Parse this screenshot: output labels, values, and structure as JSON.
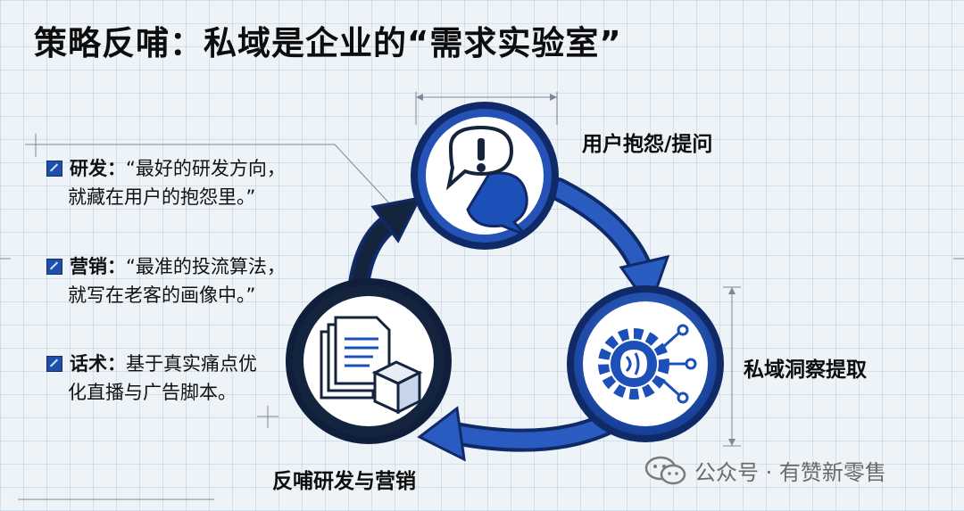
{
  "title": "策略反哺：私域是企业的“需求实验室”",
  "bullets": [
    {
      "label": "研发：",
      "line1": "“最好的研发方向，",
      "line2": "就藏在用户的抱怨里。”"
    },
    {
      "label": "营销：",
      "line1": "“最准的投流算法，",
      "line2": "就写在老客的画像中。”"
    },
    {
      "label": "话术：",
      "line1": "基于真实痛点优",
      "line2": "化直播与广告脚本。"
    }
  ],
  "cycle": {
    "top_label": "用户抱怨/提问",
    "right_label": "私域洞察提取",
    "bottom_label": "反哺研发与营销",
    "icons": [
      "speech-bubble-exclamation-icon",
      "gear-brain-icon",
      "documents-box-icon"
    ],
    "colors": {
      "primary": "#1f4fb0",
      "dark": "#0f2a66",
      "navy": "#14243f"
    }
  },
  "watermark": {
    "text": "公众号 · 有赞新零售"
  }
}
